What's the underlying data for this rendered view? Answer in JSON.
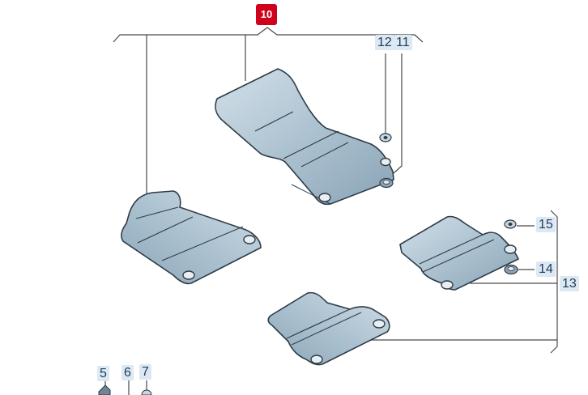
{
  "callouts": {
    "c10": "10",
    "c12": "12",
    "c11": "11",
    "c15": "15",
    "c14": "14",
    "c13": "13",
    "c5": "5",
    "c6": "6",
    "c7": "7"
  },
  "colors": {
    "line": "#4a4a4a",
    "mat_fill": "#b9ccd8",
    "mat_dark": "#7f9aae",
    "mat_edge": "#2e3c48",
    "callout_bg": "#dce8f2",
    "accent": "#d0021b"
  }
}
